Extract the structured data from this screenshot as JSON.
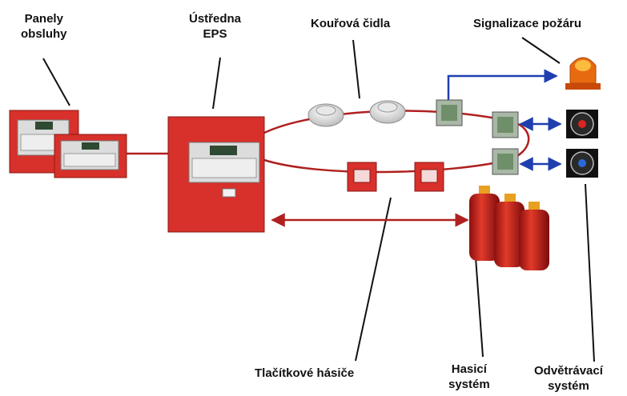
{
  "labels": {
    "panels_line1": "Panely",
    "panels_line2": "obsluhy",
    "central_line1": "Ústředna",
    "central_line2": "EPS",
    "smoke": "Kouřová čidla",
    "signal": "Signalizace požáru",
    "buttons": "Tlačítkové hásiče",
    "extinguish_line1": "Hasicí",
    "extinguish_line2": "systém",
    "vent_line1": "Odvětrávací",
    "vent_line2": "systém"
  },
  "colors": {
    "device_red": "#d8302a",
    "wire_red": "#b02020",
    "wire_blue": "#1f3fb0",
    "pointer": "#111111",
    "beacon_orange": "#e86a10",
    "module_green": "#6f8f6a"
  },
  "icons": [
    "control-panel-icon",
    "smoke-detector-icon",
    "manual-call-point-icon",
    "beacon-icon",
    "fan-icon",
    "io-module-icon",
    "gas-cylinder-icon"
  ]
}
